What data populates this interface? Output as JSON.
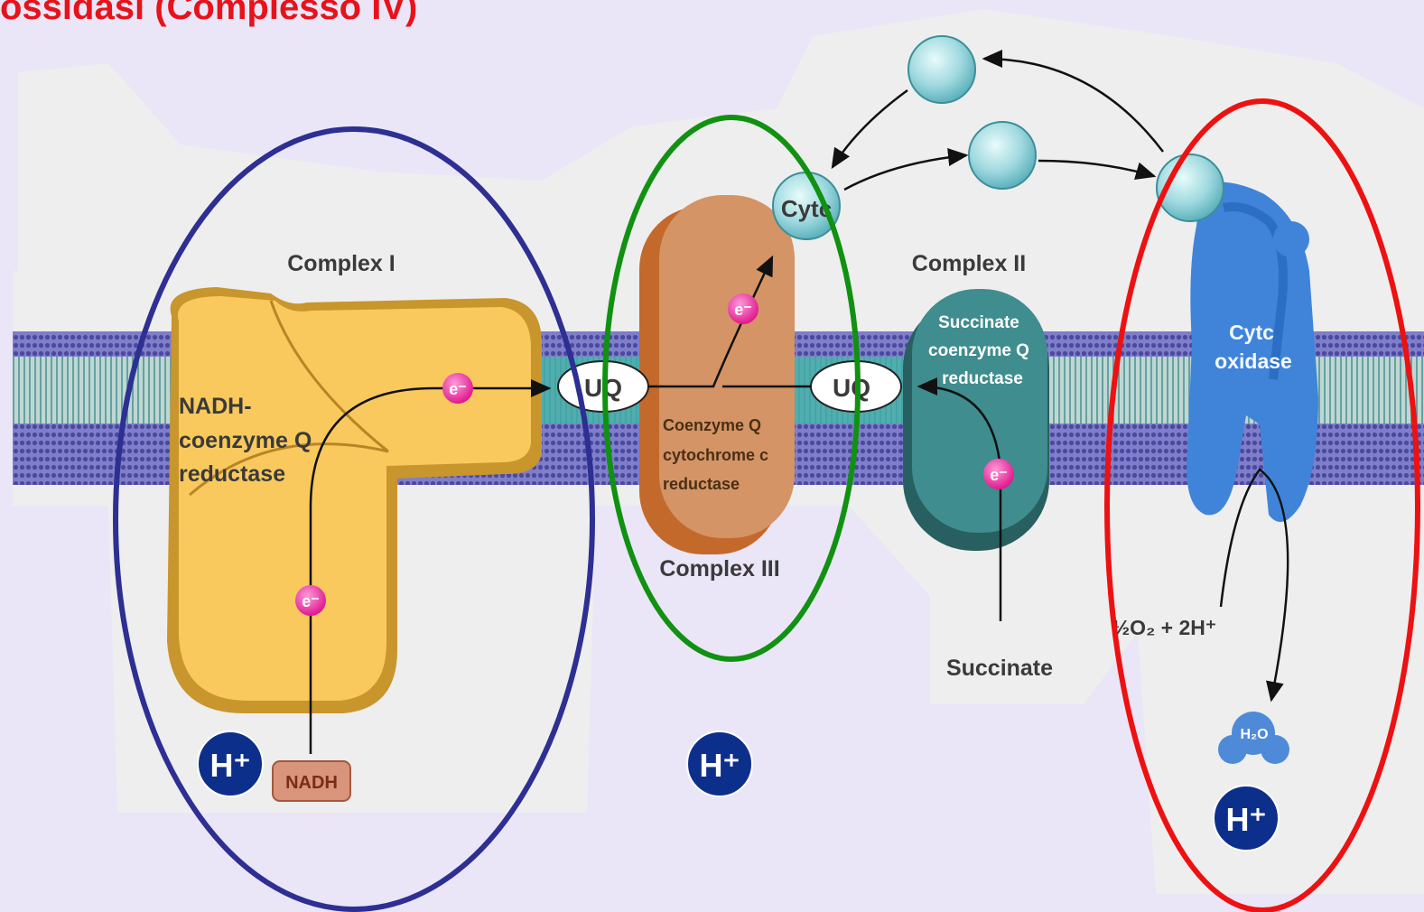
{
  "title": "ossidasi (Complesso IV)",
  "complex_labels": {
    "complex_1": "Complex I",
    "complex_2": "Complex II",
    "complex_3": "Complex III"
  },
  "enzymes": {
    "nadh_line1": "NADH-",
    "nadh_line2": "coenzyme Q",
    "nadh_line3": "reductase",
    "cyt_bc1_line1": "Coenzyme Q",
    "cyt_bc1_line2": "cytochrome c",
    "cyt_bc1_line3": "reductase",
    "succ_line1": "Succinate",
    "succ_line2": "coenzyme Q",
    "succ_line3": "reductase",
    "cox_line1": "Cytc",
    "cox_line2": "oxidase"
  },
  "carriers": {
    "ubiquinone": "UQ",
    "cytochrome_c": "Cytc",
    "electron": "e⁻"
  },
  "substrates": {
    "succinate": "Succinate",
    "nadh": "NADH",
    "oxygen_reaction": "½O₂ + 2H⁺",
    "water": "H₂O"
  },
  "protons": {
    "label": "H⁺"
  },
  "colors": {
    "title": "#e8121a",
    "ellipse_complex_1": "#2d2f92",
    "ellipse_complex_3": "#119111",
    "ellipse_complex_4": "#ee1111",
    "proton_badge": "#0d2f8c",
    "electron": "#e8219e",
    "complex_1": "#f7c55a",
    "complex_3": "#d4925c",
    "complex_2": "#3f8d8e",
    "complex_4": "#3f84d9",
    "membrane": "#5c5ab0"
  }
}
